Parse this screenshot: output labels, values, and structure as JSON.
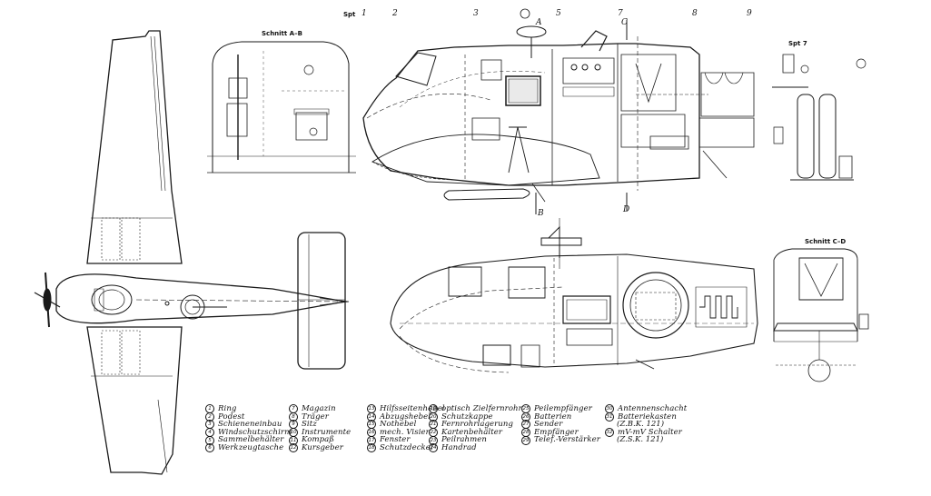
{
  "section_labels": {
    "schnitt_ab": "Schnitt A–B",
    "schnitt_cd": "Schnitt C–D",
    "spt7": "Spt 7",
    "spt_header": "Spt"
  },
  "frame_numbers": [
    "1",
    "2",
    "3",
    "5",
    "7",
    "8",
    "9"
  ],
  "section_marks": [
    "A",
    "B",
    "C",
    "D"
  ],
  "legend": {
    "col1": [
      {
        "n": "1",
        "t": "Ring"
      },
      {
        "n": "2",
        "t": "Podest"
      },
      {
        "n": "3",
        "t": "Schieneneinbau"
      },
      {
        "n": "4",
        "t": "Windschutzschirm"
      },
      {
        "n": "5",
        "t": "Sammelbehälter"
      },
      {
        "n": "6",
        "t": "Werkzeugtasche"
      }
    ],
    "col2": [
      {
        "n": "7",
        "t": "Magazin"
      },
      {
        "n": "8",
        "t": "Träger"
      },
      {
        "n": "9",
        "t": "Sitz"
      },
      {
        "n": "10",
        "t": "Instrumente"
      },
      {
        "n": "11",
        "t": "Kompaß"
      },
      {
        "n": "12",
        "t": "Kursgeber"
      }
    ],
    "col3": [
      {
        "n": "13",
        "t": "Hilfsseitenhebel"
      },
      {
        "n": "14",
        "t": "Abzugshebel"
      },
      {
        "n": "15",
        "t": "Nothebel"
      },
      {
        "n": "16",
        "t": "mech. Visier"
      },
      {
        "n": "17",
        "t": "Fenster"
      },
      {
        "n": "18",
        "t": "Schutzdeckel"
      }
    ],
    "col4": [
      {
        "n": "19",
        "t": "optisch Zielfernrohr"
      },
      {
        "n": "20",
        "t": "Schutzkappe"
      },
      {
        "n": "21",
        "t": "Fernrohrlagerung"
      },
      {
        "n": "22",
        "t": "Kartenbehälter"
      },
      {
        "n": "23",
        "t": "Peilrahmen"
      },
      {
        "n": "24",
        "t": "Handrad"
      }
    ],
    "col5": [
      {
        "n": "25",
        "t": "Peilempfänger"
      },
      {
        "n": "26",
        "t": "Batterien"
      },
      {
        "n": "27",
        "t": "Sender"
      },
      {
        "n": "28",
        "t": "Empfänger"
      },
      {
        "n": "29",
        "t": "Telef.-Verstärker"
      }
    ],
    "col6": [
      {
        "n": "30",
        "t": "Antennenschacht",
        "sub": ""
      },
      {
        "n": "31",
        "t": "Batteriekasten",
        "sub": "(Z.B.K. 121)"
      },
      {
        "n": "32",
        "t": "mV-mV Schalter",
        "sub": "(Z.S.K. 121)"
      }
    ]
  }
}
